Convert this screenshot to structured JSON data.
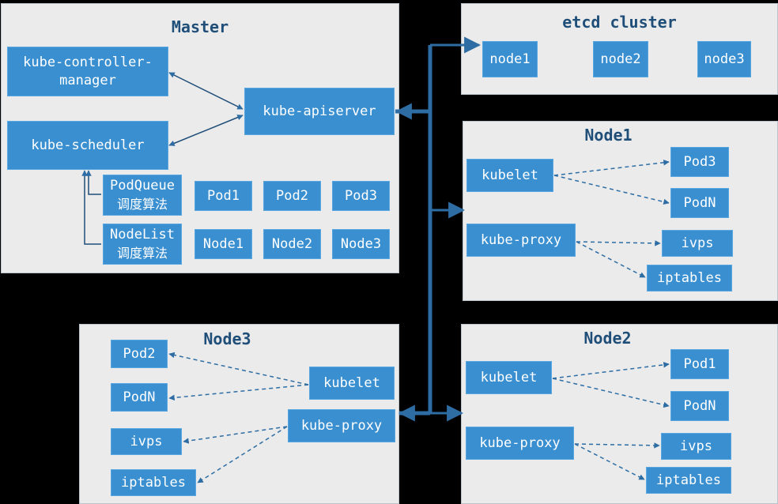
{
  "master": {
    "title": "Master",
    "controller_manager": [
      "kube-controller-",
      "manager"
    ],
    "scheduler": "kube-scheduler",
    "apiserver": "kube-apiserver",
    "podqueue": [
      "PodQueue",
      "调度算法"
    ],
    "nodelist": [
      "NodeList",
      "调度算法"
    ],
    "pods": [
      "Pod1",
      "Pod2",
      "Pod3"
    ],
    "nodes": [
      "Node1",
      "Node2",
      "Node3"
    ]
  },
  "etcd": {
    "title": "etcd cluster",
    "nodes": [
      "node1",
      "node2",
      "node3"
    ]
  },
  "node1": {
    "title": "Node1",
    "kubelet": "kubelet",
    "kube_proxy": "kube-proxy",
    "pods": [
      "Pod3",
      "PodN"
    ],
    "net": [
      "ivps",
      "iptables"
    ]
  },
  "node2": {
    "title": "Node2",
    "kubelet": "kubelet",
    "kube_proxy": "kube-proxy",
    "pods": [
      "Pod1",
      "PodN"
    ],
    "net": [
      "ivps",
      "iptables"
    ]
  },
  "node3": {
    "title": "Node3",
    "kubelet": "kubelet",
    "kube_proxy": "kube-proxy",
    "pods": [
      "Pod2",
      "PodN"
    ],
    "net": [
      "ivps",
      "iptables"
    ]
  },
  "colors": {
    "box": "#3a8fd1",
    "panel": "#ebebeb",
    "title": "#1f4e79",
    "line": "#2e6da4",
    "background": "#000000"
  }
}
